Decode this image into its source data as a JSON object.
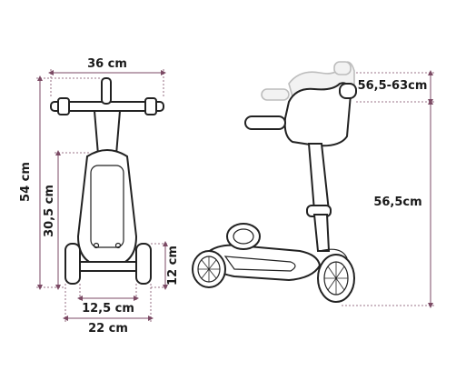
{
  "dimensions": {
    "front_width": "36 cm",
    "total_height": "54 cm",
    "deck_height": "30,5 cm",
    "wheel_height": "12 cm",
    "rear_inner_width": "12,5 cm",
    "rear_outer_width": "22 cm",
    "handle_range": "56,5-63cm",
    "side_height": "56,5cm"
  },
  "colors": {
    "dimension_line": "#7b4a64",
    "outline": "#222222",
    "ghost_outline": "#bdbdbd"
  }
}
